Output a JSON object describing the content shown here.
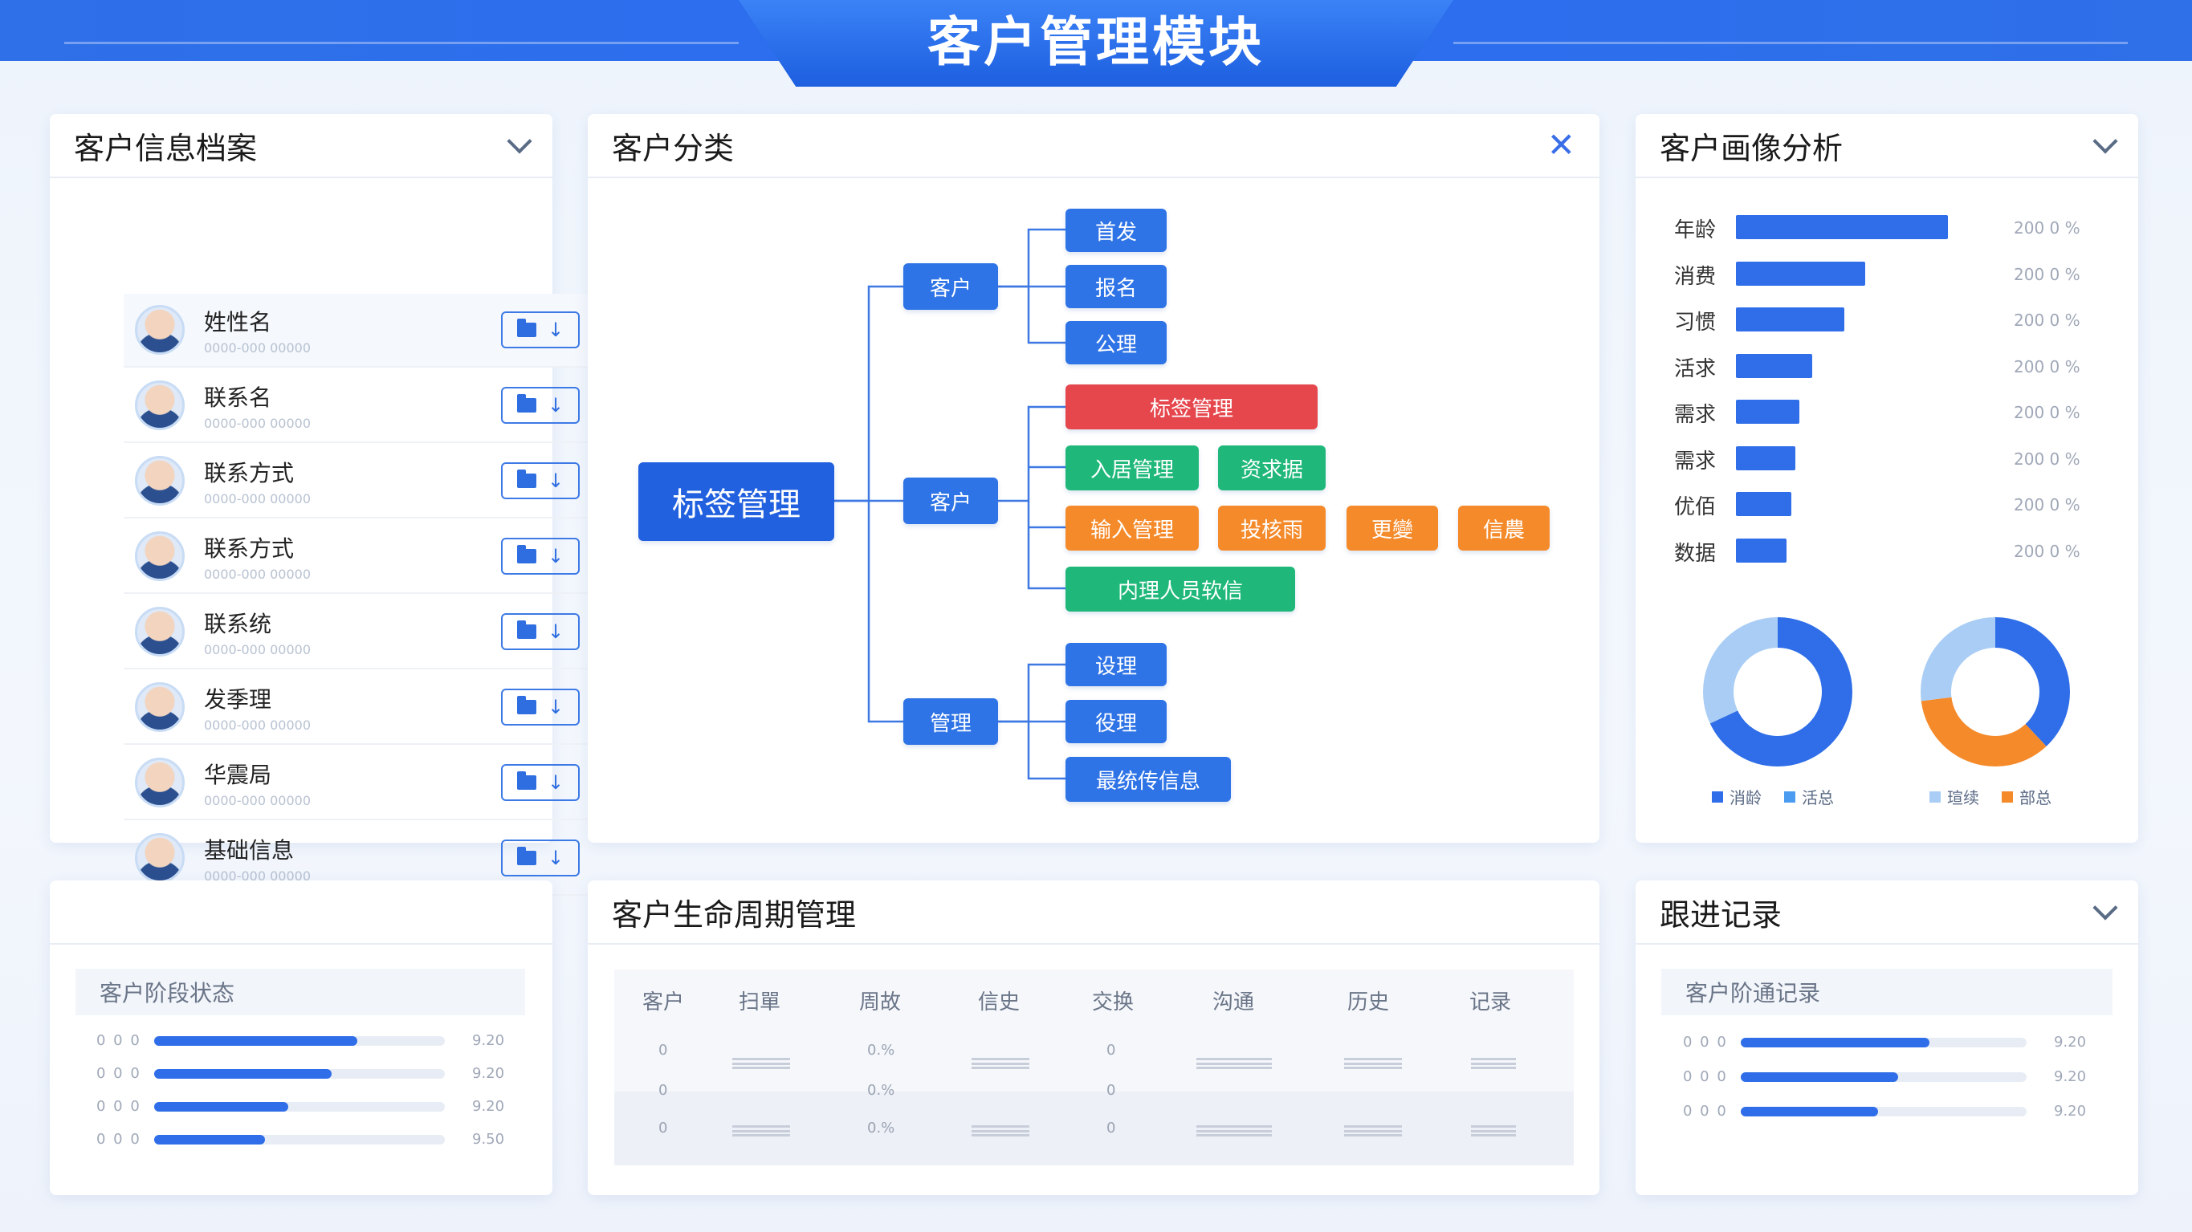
{
  "header": {
    "title": "客户管理模块"
  },
  "archive": {
    "title": "客户信息档案",
    "rows": [
      {
        "name": "姓性名",
        "sub": "0000-000 00000"
      },
      {
        "name": "联系名",
        "sub": "0000-000 00000"
      },
      {
        "name": "联系方式",
        "sub": "0000-000 00000"
      },
      {
        "name": "联系方式",
        "sub": "0000-000 00000"
      },
      {
        "name": "联系统",
        "sub": "0000-000 00000"
      },
      {
        "name": "发季理",
        "sub": "0000-000 00000"
      },
      {
        "name": "华震局",
        "sub": "0000-000 00000"
      },
      {
        "name": "基础信息",
        "sub": "0000-000 00000"
      }
    ]
  },
  "classify": {
    "title": "客户分类",
    "root": "标签管理",
    "branches": [
      "客户",
      "客户",
      "管理"
    ],
    "leaves_top": [
      "首发",
      "报名",
      "公理"
    ],
    "leaves_mid": {
      "red": "标签管理",
      "green": [
        "入居管理",
        "资求据"
      ],
      "orange": [
        "输入管理",
        "投核雨",
        "更變",
        "信農"
      ],
      "green2": "内理人员软信"
    },
    "leaves_bottom": [
      "设理",
      "役理",
      "最统传信息"
    ]
  },
  "portrait": {
    "title": "客户画像分析",
    "bars": [
      {
        "label": "年龄",
        "value": 1.0,
        "text": "200 0 %"
      },
      {
        "label": "消费",
        "value": 0.61,
        "text": "200 0 %"
      },
      {
        "label": "习惯",
        "value": 0.51,
        "text": "200 0 %"
      },
      {
        "label": "活求",
        "value": 0.36,
        "text": "200 0 %"
      },
      {
        "label": "需求",
        "value": 0.3,
        "text": "200 0 %"
      },
      {
        "label": "需求",
        "value": 0.28,
        "text": "200 0 %"
      },
      {
        "label": "优佰",
        "value": 0.26,
        "text": "200 0 %"
      },
      {
        "label": "数据",
        "value": 0.24,
        "text": "200 0 %"
      }
    ],
    "donut1": {
      "legend": [
        "消龄",
        "活总"
      ],
      "share": [
        0.68,
        0.32
      ],
      "colors": [
        "#2f6ee8",
        "#a9cdf5"
      ]
    },
    "donut2": {
      "legend": [
        "瑄续",
        "部总"
      ],
      "share": [
        0.38,
        0.35,
        0.27
      ],
      "colors": [
        "#2f6ee8",
        "#f58a2a",
        "#a9cdf5"
      ]
    }
  },
  "stage": {
    "title": "客户阶段状态",
    "rows": [
      {
        "a": "0 0 0",
        "b": "9.20",
        "value": 0.7
      },
      {
        "a": "0 0 0",
        "b": "9.20",
        "value": 0.61
      },
      {
        "a": "0 0 0",
        "b": "9.20",
        "value": 0.46
      },
      {
        "a": "0 0 0",
        "b": "9.50",
        "value": 0.38
      }
    ]
  },
  "lifecycle": {
    "title": "客户生命周期管理",
    "headers": [
      "客户",
      "扫單",
      "周故",
      "信史",
      "交换",
      "沟通",
      "历史",
      "记录"
    ],
    "col1": [
      "0",
      "0",
      "0"
    ],
    "col3": [
      "0.%",
      "0.%",
      "0.%"
    ],
    "col5": [
      "0",
      "0",
      "0"
    ]
  },
  "follow": {
    "title": "跟进记录",
    "subtitle": "客户阶通记录",
    "rows": [
      {
        "a": "0 0 0",
        "b": "9.20",
        "value": 0.66
      },
      {
        "a": "0 0 0",
        "b": "9.20",
        "value": 0.55
      },
      {
        "a": "0 0 0",
        "b": "9.20",
        "value": 0.48
      }
    ]
  }
}
